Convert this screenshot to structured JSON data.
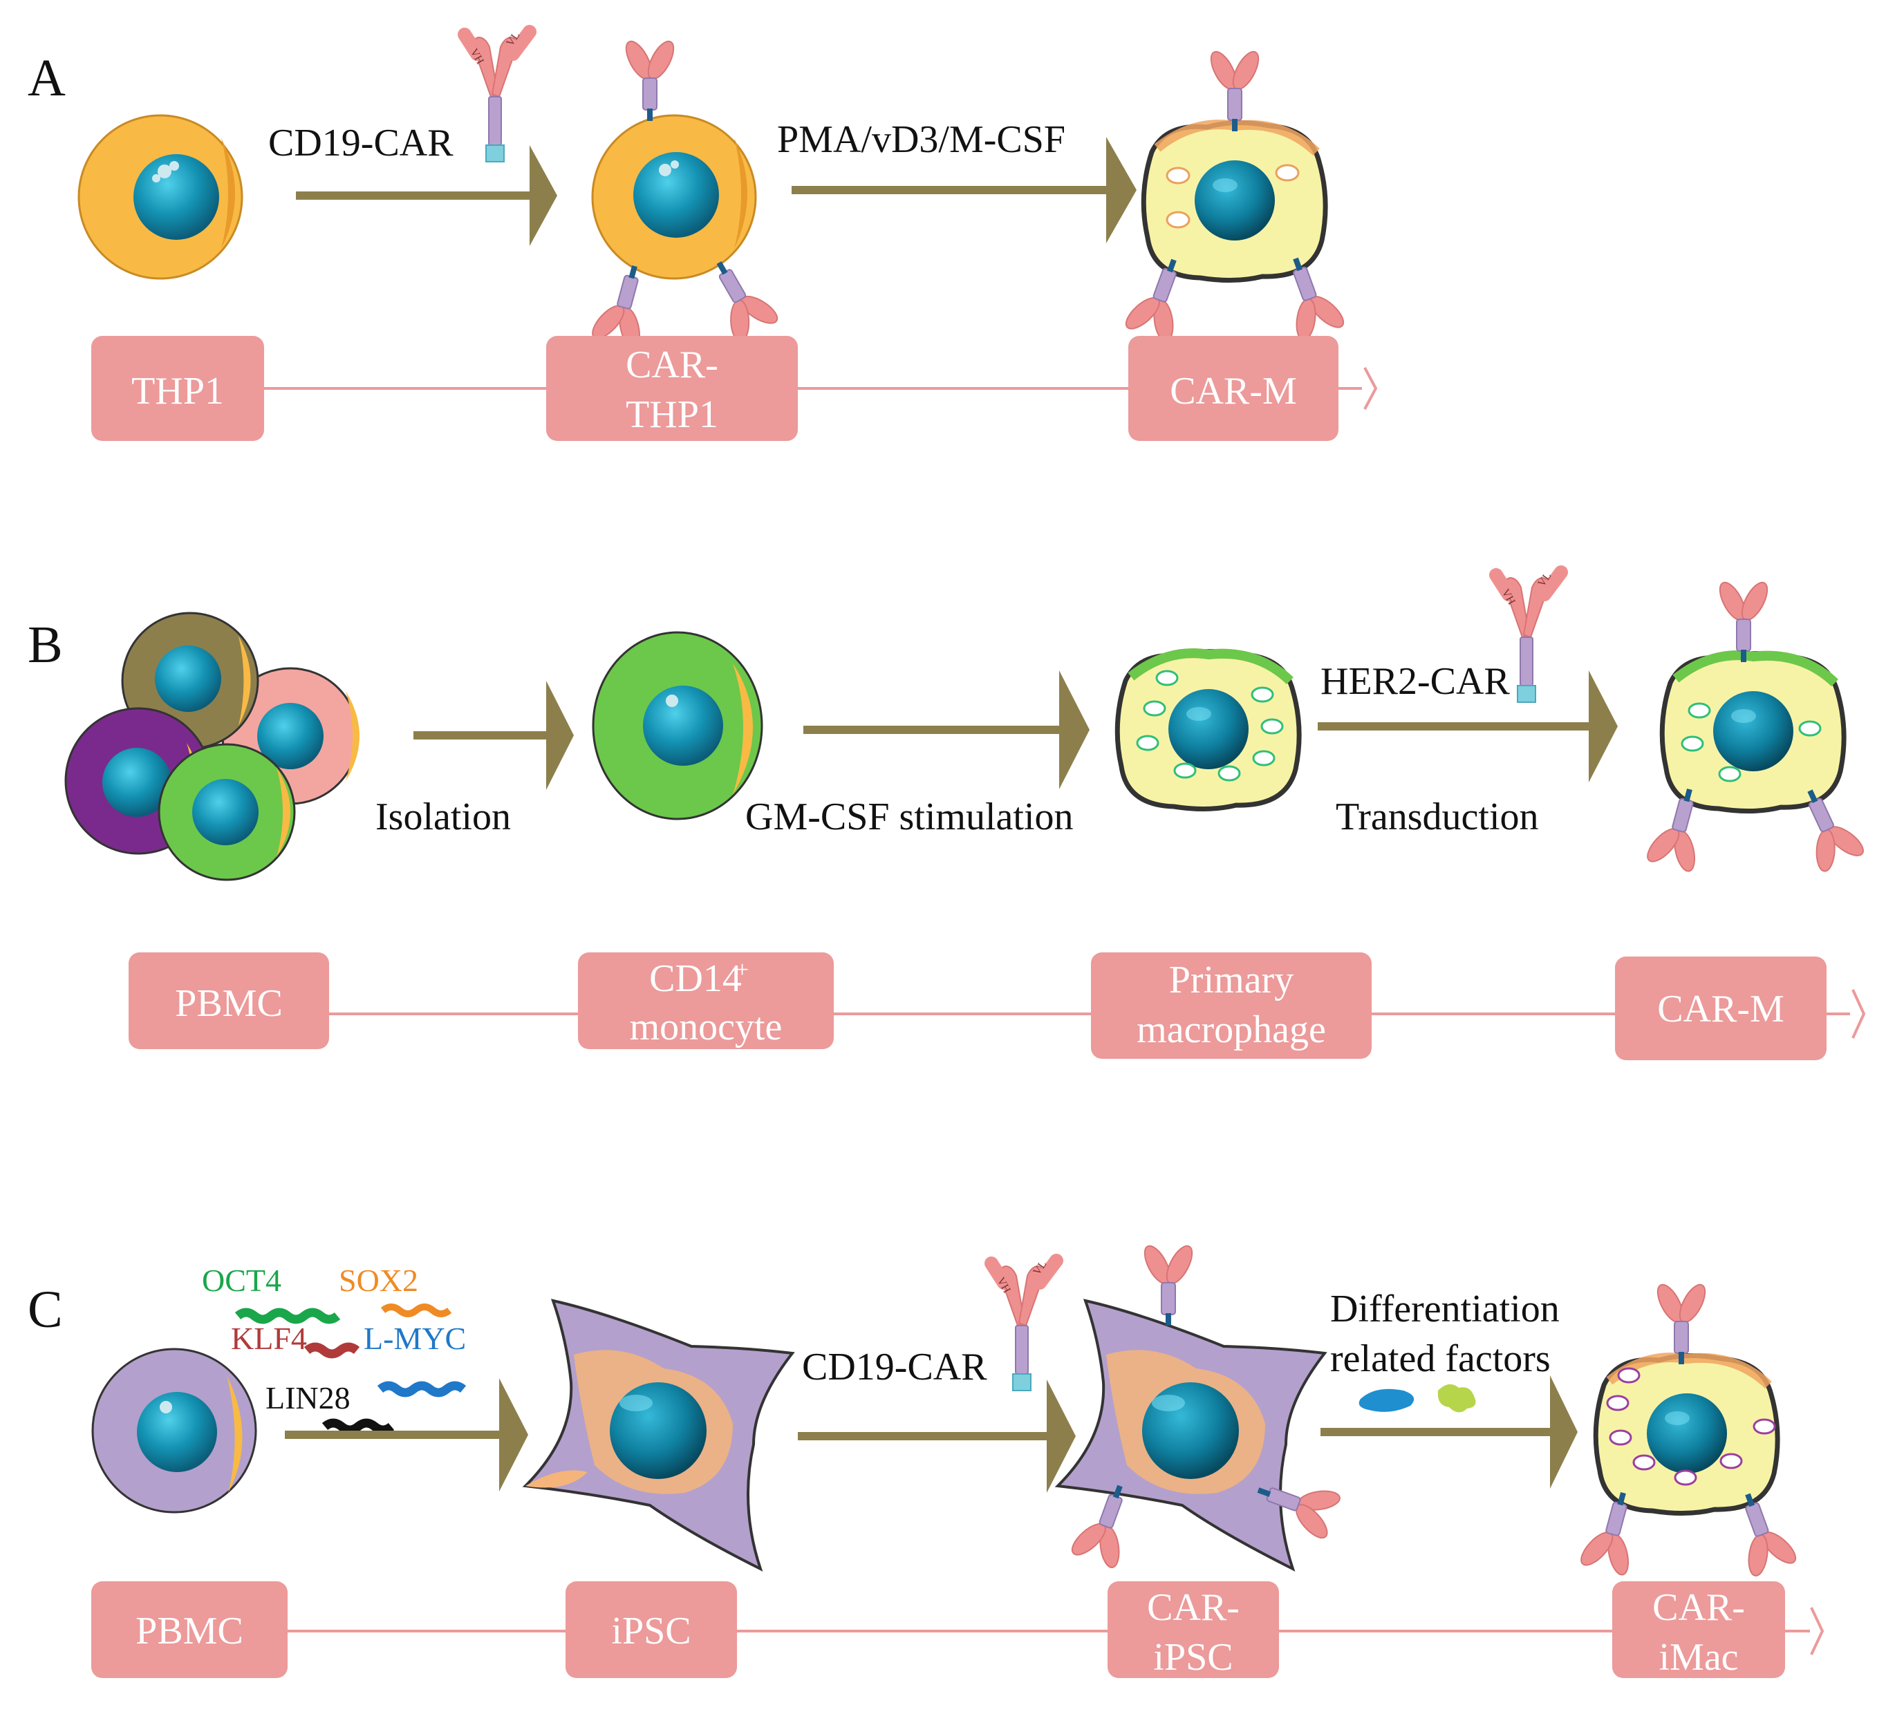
{
  "figure": {
    "colors": {
      "arrow": "#8d7f4c",
      "box": "#ec9a9a",
      "box_text": "#ffffff",
      "nucleus": "#1492b3",
      "monocyte_cytoplasm": "#f8ba44",
      "macrophage_cytoplasm": "#f7f3a6",
      "ipsc_body": "#b3a0cc",
      "antibody": "#ef9090",
      "car_stalk": "#b9a1cf",
      "car_tail": "#7ed0df"
    },
    "panels": [
      {
        "id": "A",
        "letter": "A",
        "steps": [
          "CD19-CAR",
          "PMA/vD3/M-CSF"
        ],
        "boxes": [
          {
            "lines": [
              "THP1"
            ]
          },
          {
            "lines": [
              "CAR-",
              "THP1"
            ]
          },
          {
            "lines": [
              "CAR-M"
            ]
          }
        ]
      },
      {
        "id": "B",
        "letter": "B",
        "steps": [
          "Isolation",
          "GM-CSF stimulation",
          "HER2-CAR",
          "Transduction"
        ],
        "boxes": [
          {
            "lines": [
              "PBMC"
            ]
          },
          {
            "lines": [
              "CD14",
              "monocyte"
            ],
            "superscript": "+"
          },
          {
            "lines": [
              "Primary",
              "macrophage"
            ]
          },
          {
            "lines": [
              "CAR-M"
            ]
          }
        ]
      },
      {
        "id": "C",
        "letter": "C",
        "genes": [
          {
            "label": "OCT4",
            "color": "#1aa64a"
          },
          {
            "label": "SOX2",
            "color": "#f08a24"
          },
          {
            "label": "KLF4",
            "color": "#b03a3a"
          },
          {
            "label": "L-MYC",
            "color": "#1f78c8"
          },
          {
            "label": "LIN28",
            "color": "#111111"
          }
        ],
        "steps": [
          "CD19-CAR",
          "Differentiation",
          "related factors"
        ],
        "boxes": [
          {
            "lines": [
              "PBMC"
            ]
          },
          {
            "lines": [
              "iPSC"
            ]
          },
          {
            "lines": [
              "CAR-",
              "iPSC"
            ]
          },
          {
            "lines": [
              "CAR-",
              "iMac"
            ]
          }
        ]
      }
    ],
    "antibody_labels": {
      "vh": "VH",
      "vl": "VL"
    }
  }
}
